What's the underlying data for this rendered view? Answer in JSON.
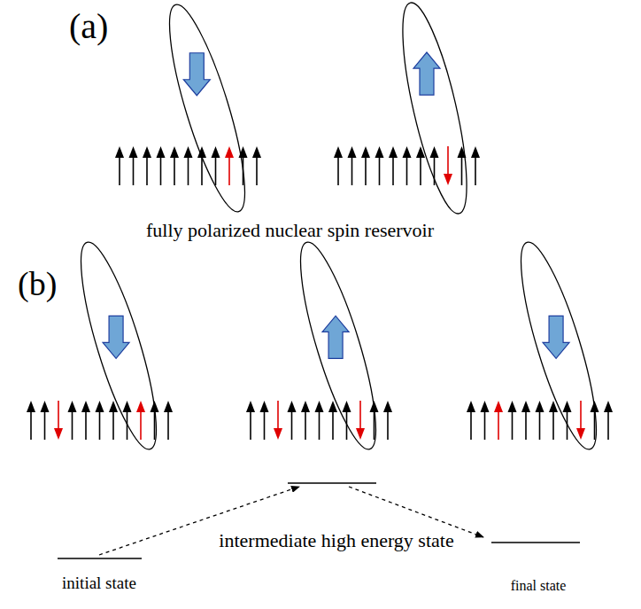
{
  "diagram": {
    "labels": [
      "(a)",
      "fully polarized nuclear spin reservoir",
      "(b)",
      "intermediate high energy state",
      "initial state",
      "final state"
    ]
  }
}
